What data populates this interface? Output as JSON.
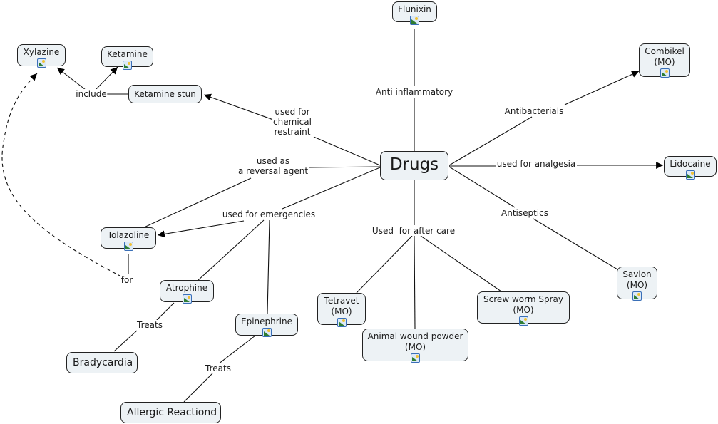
{
  "map_title": "Drugs",
  "concepts": {
    "drugs": {
      "label": "Drugs"
    },
    "flunixin": {
      "label": "Flunixin",
      "has_image": true
    },
    "xylazine": {
      "label": "Xylazine",
      "has_image": true
    },
    "ketamine": {
      "label": "Ketamine",
      "has_image": true
    },
    "ketamine_stun": {
      "label": "Ketamine stun",
      "has_image": false
    },
    "combikel": {
      "label": "Combikel\n(MO)",
      "has_image": true
    },
    "lidocaine": {
      "label": "Lidocaine",
      "has_image": true
    },
    "tolazoline": {
      "label": "Tolazoline",
      "has_image": true
    },
    "atrophine": {
      "label": "Atrophine",
      "has_image": true
    },
    "epinephrine": {
      "label": "Epinephrine",
      "has_image": true
    },
    "bradycardia": {
      "label": "Bradycardia",
      "has_image": false
    },
    "allergic": {
      "label": "Allergic Reactiond",
      "has_image": false
    },
    "tetravet": {
      "label": "Tetravet\n(MO)",
      "has_image": true
    },
    "wound_powder": {
      "label": "Animal wound powder\n(MO)",
      "has_image": true
    },
    "screw_worm": {
      "label": "Screw worm Spray\n(MO)",
      "has_image": true
    },
    "savlon": {
      "label": "Savlon\n(MO)",
      "has_image": true
    }
  },
  "linking_phrases": {
    "anti_inflammatory": "Anti inflammatory",
    "chemical_restraint": "used for\nchemical\nrestraint",
    "include": "include",
    "antibacterials": "Antibacterials",
    "analgesia": "used for analgesia",
    "reversal": "used as\na reversal agent",
    "emergencies": "used for emergencies",
    "after_care": "Used  for after care",
    "antiseptics": "Antiseptics",
    "for": "for",
    "treats_1": "Treats",
    "treats_2": "Treats"
  },
  "connections": [
    {
      "from": "drugs",
      "via": "anti_inflammatory",
      "to": "flunixin"
    },
    {
      "from": "drugs",
      "via": "chemical_restraint",
      "to": "ketamine_stun"
    },
    {
      "from": "ketamine_stun",
      "via": "include",
      "to": "xylazine"
    },
    {
      "from": "ketamine_stun",
      "via": "include",
      "to": "ketamine"
    },
    {
      "from": "drugs",
      "via": "antibacterials",
      "to": "combikel"
    },
    {
      "from": "drugs",
      "via": "analgesia",
      "to": "lidocaine"
    },
    {
      "from": "drugs",
      "via": "reversal",
      "to": "tolazoline"
    },
    {
      "from": "drugs",
      "via": "emergencies",
      "to": "tolazoline"
    },
    {
      "from": "drugs",
      "via": "emergencies",
      "to": "atrophine"
    },
    {
      "from": "drugs",
      "via": "emergencies",
      "to": "epinephrine"
    },
    {
      "from": "drugs",
      "via": "after_care",
      "to": "tetravet"
    },
    {
      "from": "drugs",
      "via": "after_care",
      "to": "wound_powder"
    },
    {
      "from": "drugs",
      "via": "after_care",
      "to": "screw_worm"
    },
    {
      "from": "drugs",
      "via": "antiseptics",
      "to": "savlon"
    },
    {
      "from": "tolazoline",
      "via": "for",
      "to": "xylazine",
      "style": "dashed"
    },
    {
      "from": "atrophine",
      "via": "treats_1",
      "to": "bradycardia"
    },
    {
      "from": "epinephrine",
      "via": "treats_2",
      "to": "allergic"
    }
  ],
  "colors": {
    "node_fill": "#edf2f5",
    "node_border": "#222222",
    "line": "#111111",
    "image_icon_border": "#3a6fb7"
  }
}
